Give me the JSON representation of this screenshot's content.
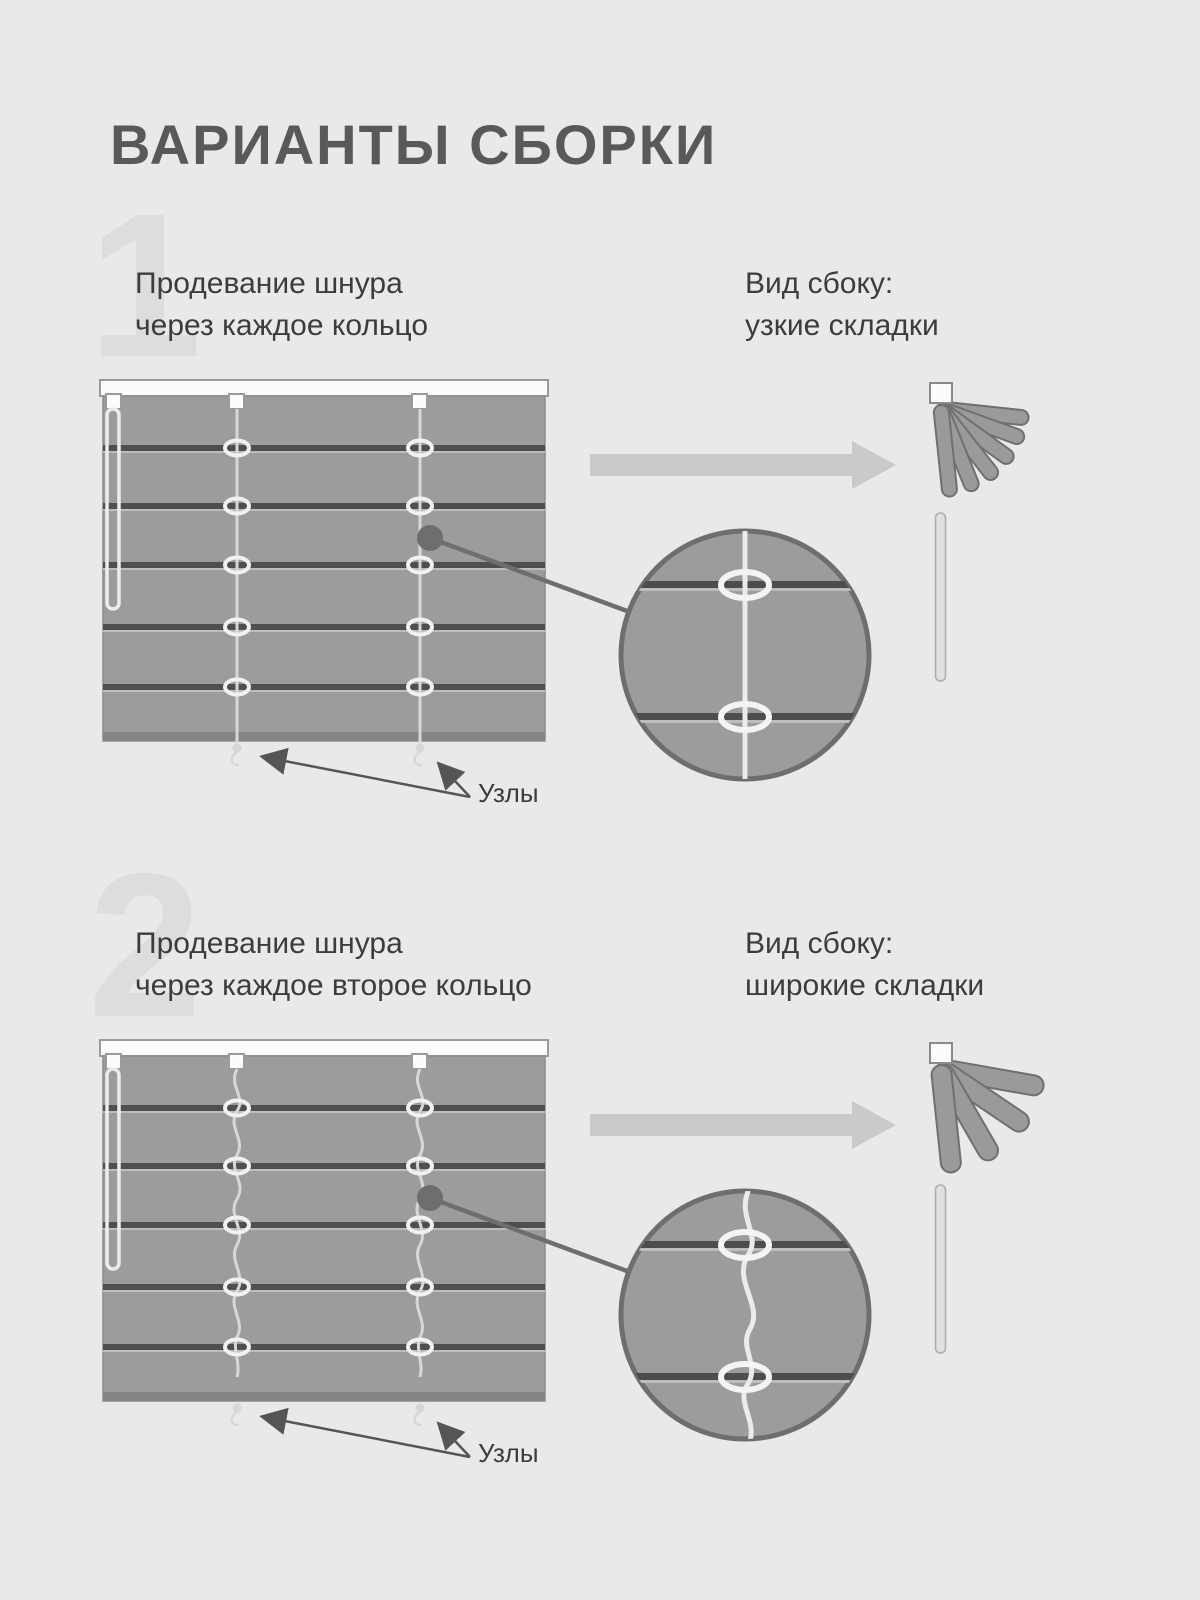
{
  "title": "ВАРИАНТЫ СБОРКИ",
  "colors": {
    "background": "#eae9e7",
    "title_text": "#595959",
    "body_text": "#3c3c3c",
    "ghost_number": "#dedddb",
    "blind_panel": "#9c9c9c",
    "slat_line": "#4f4f4f",
    "cord": "#d7d7d5",
    "arrow": "#cacac8"
  },
  "sections": [
    {
      "number": "1",
      "heading_line1": "Продевание шнура",
      "heading_line2": "через каждое кольцо",
      "side_line1": "Вид сбоку:",
      "side_line2": "узкие складки",
      "knots_label": "Узлы"
    },
    {
      "number": "2",
      "heading_line1": "Продевание шнура",
      "heading_line2": "через каждое второе кольцо",
      "side_line1": "Вид сбоку:",
      "side_line2": "широкие складки",
      "knots_label": "Узлы"
    }
  ]
}
